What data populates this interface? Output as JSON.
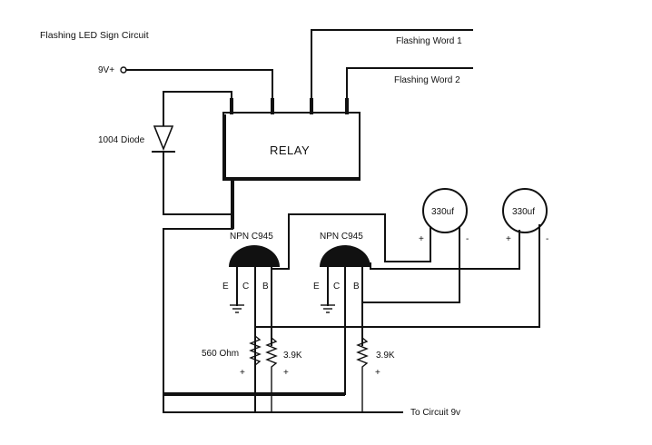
{
  "title": "Flashing LED Sign Circuit",
  "labels": {
    "supply": "9V+",
    "output1": "Flashing Word 1",
    "output2": "Flashing Word 2",
    "diode": "1004 Diode",
    "relay": "RELAY",
    "transistor1": "NPN C945",
    "transistor2": "NPN C945",
    "cap1": "330uf",
    "cap2": "330uf",
    "r1": "560 Ohm",
    "r2": "3.9K",
    "r3": "3.9K",
    "to_circuit": "To Circuit 9v"
  },
  "pins": {
    "e": "E",
    "c": "C",
    "b": "B"
  },
  "polarity": {
    "plus": "+",
    "minus": "-"
  }
}
